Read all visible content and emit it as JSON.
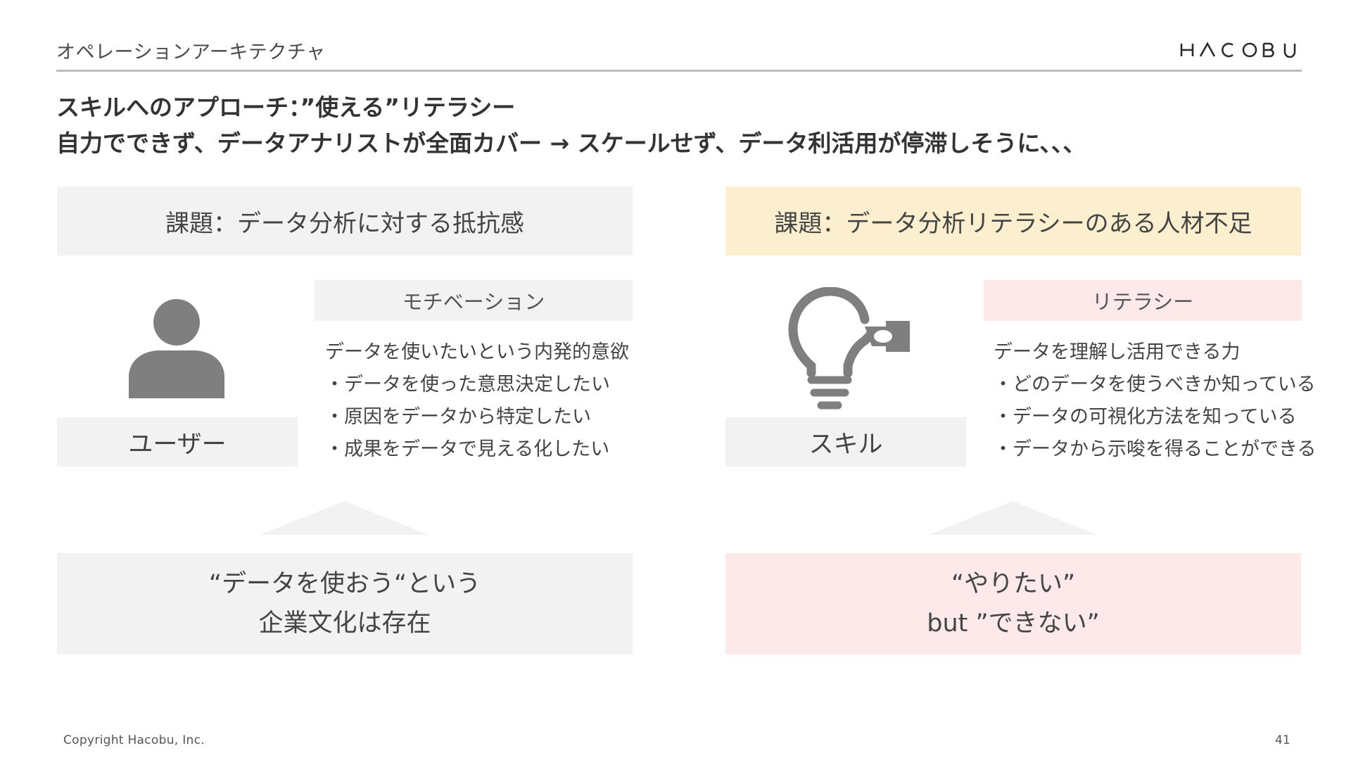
{
  "header": {
    "section_label": "オペレーションアーキテクチャ",
    "logo_text": "HΛCOBU"
  },
  "title": {
    "line1": "スキルへのアプローチ：”使える”リテラシー",
    "line2": "自力でできず、データアナリストが全面カバー → スケールせず、データ利活用が停滞しそうに、、、"
  },
  "left_panel": {
    "issue": "課題：データ分析に対する抵抗感",
    "subhead": "モチベーション",
    "bullets": [
      "データを使いたいという内発的意欲",
      "・データを使った意思決定したい",
      "・原因をデータから特定したい",
      "・成果をデータで見える化したい"
    ],
    "icon": "user-icon",
    "label": "ユーザー",
    "bottom_line1": "“データを使おう“という",
    "bottom_line2": "企業文化は存在"
  },
  "right_panel": {
    "issue": "課題：データ分析リテラシーのある人材不足",
    "subhead": "リテラシー",
    "bullets": [
      "データを理解し活用できる力",
      "・どのデータを使うべきか知っている",
      "・データの可視化方法を知っている",
      "・データから示唆を得ることができる"
    ],
    "icon": "lightbulb-icon",
    "label": "スキル",
    "bottom_line1": "“やりたい”",
    "bottom_line2": "but ”できない”"
  },
  "colors": {
    "gray_box": "#f2f2f2",
    "yellow_box": "#fcefcf",
    "pink_box": "#fde8ea",
    "icon_gray": "#7f7f7f"
  },
  "footer": {
    "copyright": "Copyright Hacobu, Inc.",
    "page_number": "41"
  }
}
